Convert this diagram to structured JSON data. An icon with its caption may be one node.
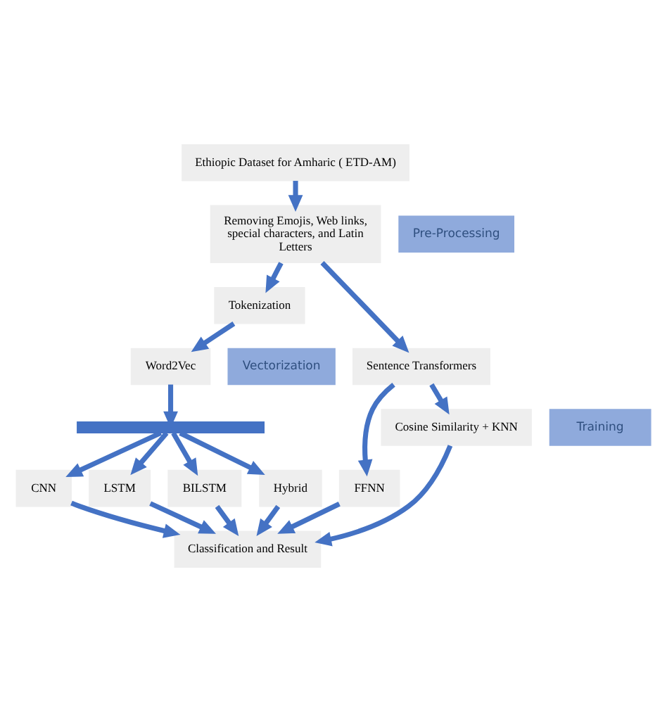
{
  "diagram": {
    "nodes": [
      {
        "text": [
          "Ethiopic Dataset for Amharic ( ETD-AM)"
        ]
      },
      {
        "text": [
          "Removing Emojis, Web links, special characters, and Latin Letters"
        ]
      },
      {
        "text": [
          "Pre-Processing"
        ]
      },
      {
        "text": [
          "Tokenization"
        ]
      },
      {
        "text": [
          "Sentence Transformers"
        ]
      },
      {
        "text": [
          "Word2Vec"
        ]
      },
      {
        "text": [
          "Vectorization"
        ]
      },
      {
        "text": [
          "FFNN"
        ]
      },
      {
        "text": [
          "Cosine Similarity + KNN"
        ]
      },
      {
        "text": [],
        "shape": "bar"
      },
      {
        "text": [
          "Training"
        ]
      },
      {
        "text": [
          "CNN"
        ]
      },
      {
        "text": [
          "LSTM"
        ]
      },
      {
        "text": [
          "BILSTM"
        ]
      },
      {
        "text": [
          "Hybrid"
        ]
      },
      {
        "text": [
          "Classification and Result"
        ]
      }
    ],
    "edges": [
      {
        "from": 0,
        "to": 1,
        "arrow": "to"
      },
      {
        "from": 1,
        "to": 4,
        "arrow": "to"
      },
      {
        "from": 1,
        "to": 3,
        "arrow": "to"
      },
      {
        "from": 3,
        "to": 5,
        "arrow": "to"
      },
      {
        "from": 4,
        "to": 7,
        "arrow": "to"
      },
      {
        "from": 4,
        "to": 8,
        "arrow": "to"
      },
      {
        "from": 5,
        "to": 9,
        "arrow": "to"
      },
      {
        "from": 9,
        "to": 11,
        "arrow": "to"
      },
      {
        "from": 9,
        "to": 12,
        "arrow": "to"
      },
      {
        "from": 9,
        "to": 13,
        "arrow": "to"
      },
      {
        "from": 9,
        "to": 14,
        "arrow": "to"
      },
      {
        "from": 7,
        "to": 15,
        "arrow": "to"
      },
      {
        "from": 8,
        "to": 15,
        "arrow": "to"
      },
      {
        "from": 11,
        "to": 15,
        "arrow": "to"
      },
      {
        "from": 12,
        "to": 15,
        "arrow": "to"
      },
      {
        "from": 13,
        "to": 15,
        "arrow": "to"
      },
      {
        "from": 14,
        "to": 15,
        "arrow": "to"
      }
    ]
  }
}
